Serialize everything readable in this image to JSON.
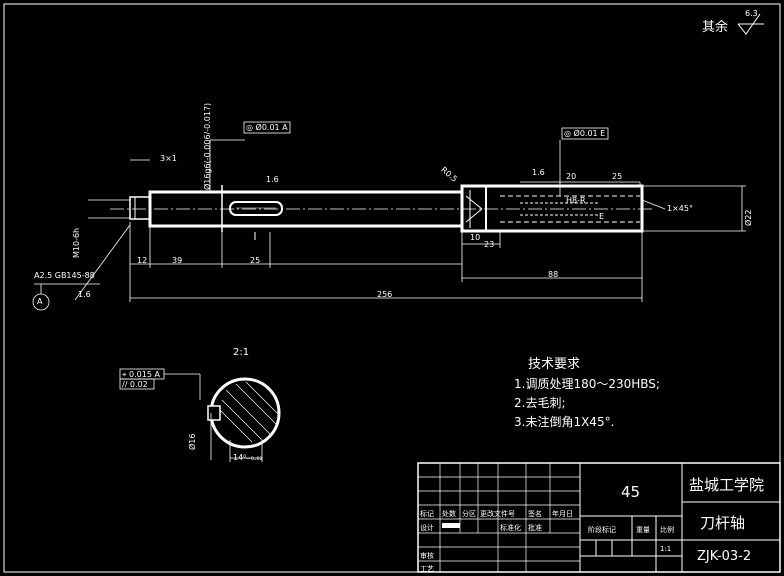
{
  "surface_finish": {
    "label": "其余",
    "value": "6.3"
  },
  "main_view": {
    "tol_left": "◎ Ø0.01 A",
    "tol_right": "◎ Ø0.01 E",
    "chamfer_small": "3×1",
    "dia_upper": "Ø16g6(-0.006/-0.017)",
    "dia_right_label": "Ø22",
    "rough_16_a": "1.6",
    "rough_16_b": "1.6",
    "rough_16_c": "1.6",
    "r_label": "R0.5",
    "thread": "M10-6h",
    "datum_ref": "A2.5  GB145-88",
    "datum_letter": "A",
    "dim_12": "12",
    "dim_39": "39",
    "dim_25_left": "25",
    "dim_256": "256",
    "dim_20": "20",
    "dim_25_right": "25",
    "dim_23": "23",
    "dim_88": "88",
    "dim_10": "10",
    "chamfer_big": "1×45°",
    "h8": "H8-R",
    "label_e": "E"
  },
  "section_view": {
    "scale": "2:1",
    "tol1": "⌖ 0.015 A",
    "tol2": "// 0.02",
    "width_dim": "14⁰₋₀.₀₂",
    "side_dim": "Ø16"
  },
  "tech_requirements": {
    "title": "技术要求",
    "items": [
      "1.调质处理180～230HBS;",
      "2.去毛刺;",
      "3.未注倒角1X45°."
    ]
  },
  "title_block": {
    "material": "45",
    "school": "盐城工学院",
    "part_name": "刀杆轴",
    "drawing_no": "ZJK-03-2",
    "scale": "1:1",
    "row_headers": [
      "标记",
      "处数",
      "分区",
      "更改文件号",
      "签名",
      "年月日"
    ],
    "design_label": "设计",
    "std_label": "标准化",
    "approve_label": "批准",
    "check_label": "审核",
    "process_label": "工艺",
    "stage_label": "阶段标记",
    "weight_label": "重量",
    "ratio_label": "比例"
  }
}
